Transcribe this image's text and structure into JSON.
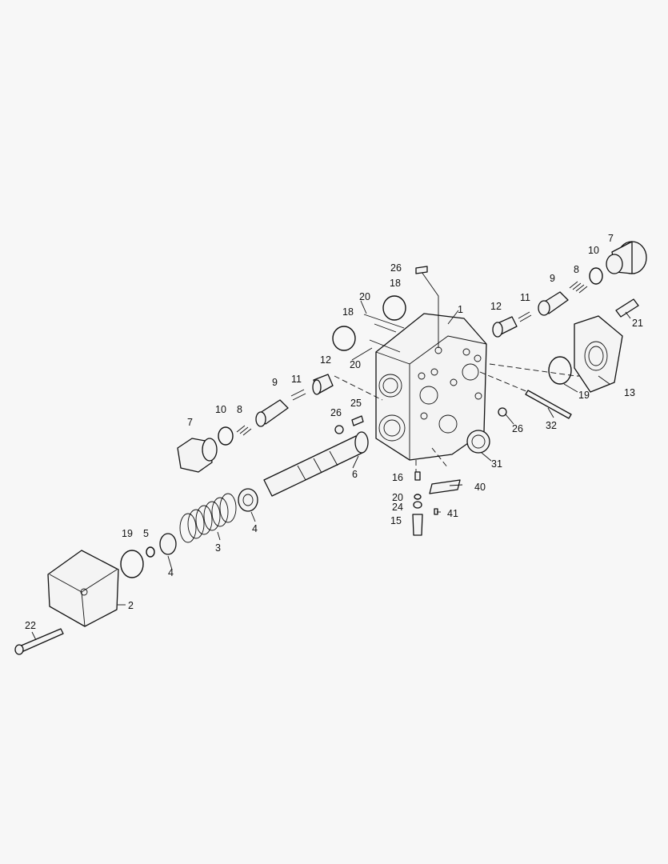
{
  "diagram": {
    "callouts": [
      {
        "id": "c-26-top",
        "text": "26"
      },
      {
        "id": "c-18-top",
        "text": "18"
      },
      {
        "id": "c-20-top",
        "text": "20"
      },
      {
        "id": "c-18-left",
        "text": "18"
      },
      {
        "id": "c-20-mid",
        "text": "20"
      },
      {
        "id": "c-1",
        "text": "1"
      },
      {
        "id": "c-12-right",
        "text": "12"
      },
      {
        "id": "c-11-right",
        "text": "11"
      },
      {
        "id": "c-9-right",
        "text": "9"
      },
      {
        "id": "c-8-right",
        "text": "8"
      },
      {
        "id": "c-10-right",
        "text": "10"
      },
      {
        "id": "c-7-right",
        "text": "7"
      },
      {
        "id": "c-21",
        "text": "21"
      },
      {
        "id": "c-19-right",
        "text": "19"
      },
      {
        "id": "c-13",
        "text": "13"
      },
      {
        "id": "c-32",
        "text": "32"
      },
      {
        "id": "c-26-right",
        "text": "26"
      },
      {
        "id": "c-12-left",
        "text": "12"
      },
      {
        "id": "c-9-left",
        "text": "9"
      },
      {
        "id": "c-11-left",
        "text": "11"
      },
      {
        "id": "c-8-left",
        "text": "8"
      },
      {
        "id": "c-10-left",
        "text": "10"
      },
      {
        "id": "c-7-left",
        "text": "7"
      },
      {
        "id": "c-25",
        "text": "25"
      },
      {
        "id": "c-26-left",
        "text": "26"
      },
      {
        "id": "c-6",
        "text": "6"
      },
      {
        "id": "c-31",
        "text": "31"
      },
      {
        "id": "c-16",
        "text": "16"
      },
      {
        "id": "c-40",
        "text": "40"
      },
      {
        "id": "c-20-low",
        "text": "20"
      },
      {
        "id": "c-24",
        "text": "24"
      },
      {
        "id": "c-41",
        "text": "41"
      },
      {
        "id": "c-15",
        "text": "15"
      },
      {
        "id": "c-4-upper",
        "text": "4"
      },
      {
        "id": "c-3",
        "text": "3"
      },
      {
        "id": "c-19-left",
        "text": "19"
      },
      {
        "id": "c-5",
        "text": "5"
      },
      {
        "id": "c-4-lower",
        "text": "4"
      },
      {
        "id": "c-2",
        "text": "2"
      },
      {
        "id": "c-22",
        "text": "22"
      }
    ]
  }
}
